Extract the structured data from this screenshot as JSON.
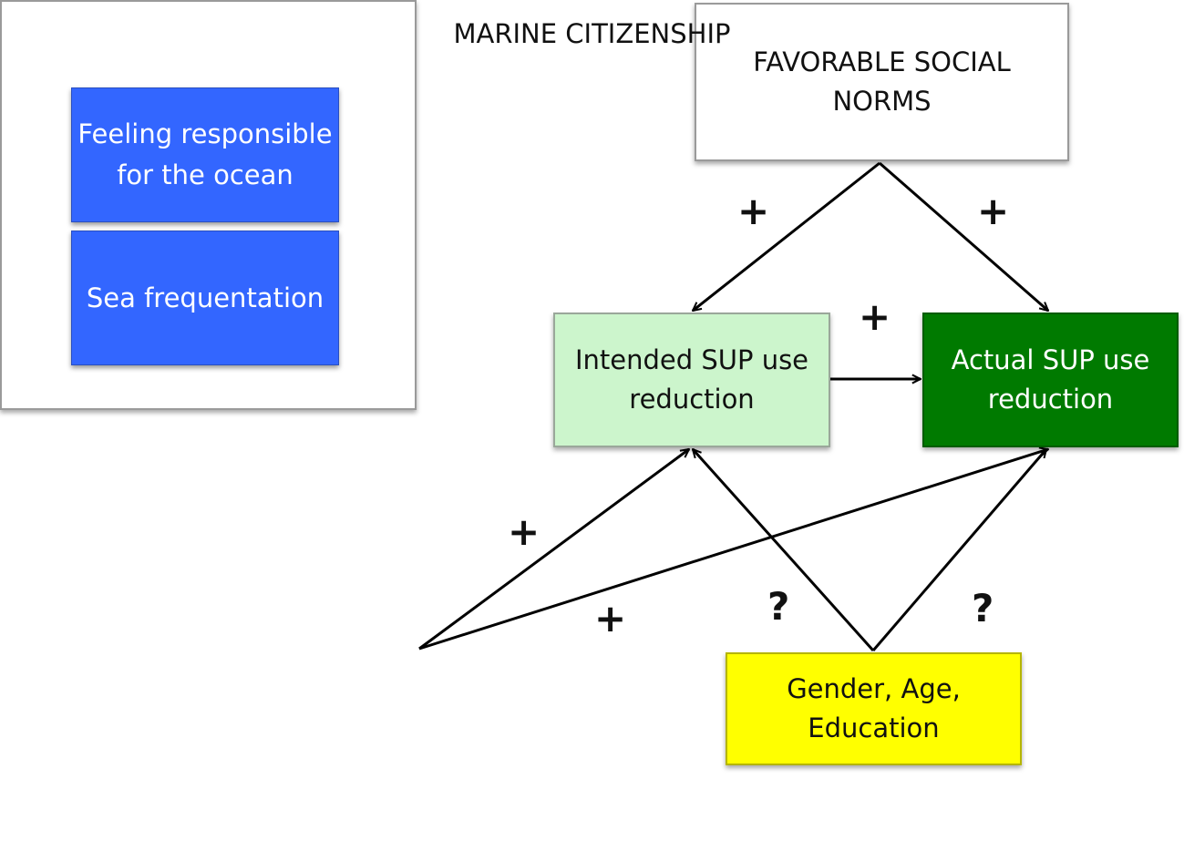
{
  "nodes": {
    "social_norms": {
      "lines": [
        "FAVORABLE SOCIAL",
        "NORMS"
      ]
    },
    "intended": {
      "lines": [
        "Intended SUP use",
        "reduction"
      ]
    },
    "actual": {
      "lines": [
        "Actual SUP use",
        "reduction"
      ]
    },
    "marine": {
      "title": "MARINE CITIZENSHIP"
    },
    "feeling": {
      "lines": [
        "Feeling",
        "responsible for",
        "the ocean"
      ]
    },
    "sea": {
      "lines": [
        "Sea",
        "frequentation"
      ]
    },
    "demographics": {
      "lines": [
        "Gender, Age,",
        "Education"
      ]
    }
  },
  "edge_labels": {
    "social_to_intended": "+",
    "social_to_actual": "+",
    "intended_to_actual": "+",
    "marine_to_intended": "+",
    "marine_to_actual": "+",
    "demo_to_intended": "?",
    "demo_to_actual": "?"
  },
  "colors": {
    "intended_fill": "#ccf5cc",
    "actual_fill": "#007a00",
    "marine_item_fill": "#3366ff",
    "demographics_fill": "#ffff00"
  }
}
